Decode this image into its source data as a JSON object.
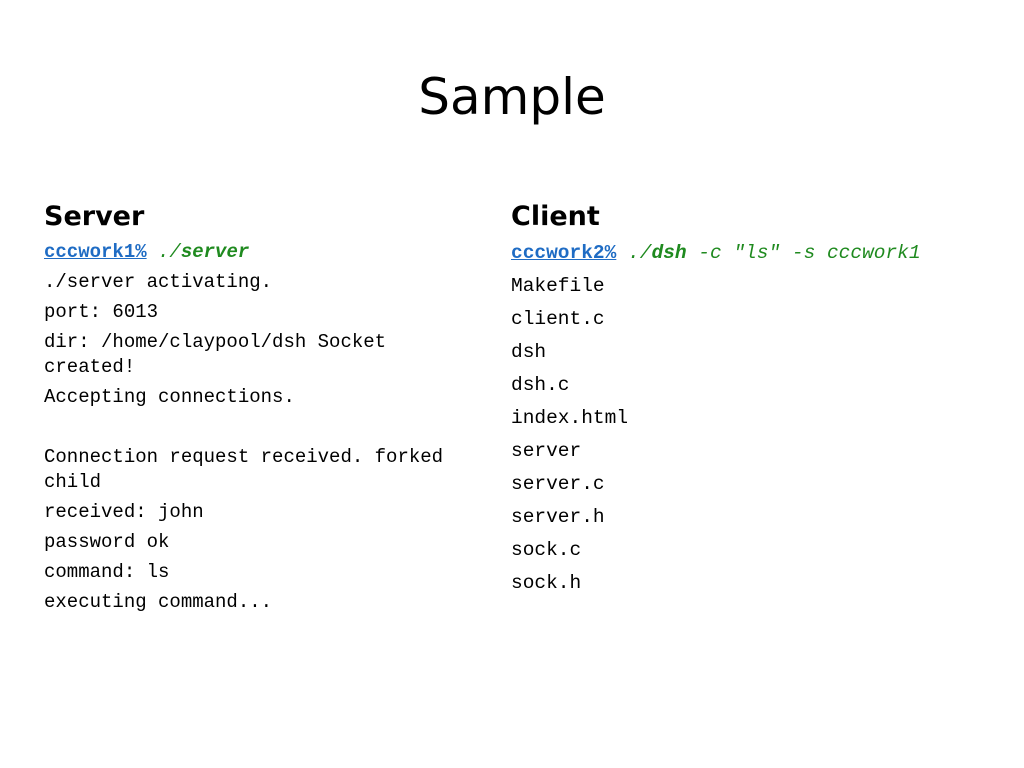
{
  "slide": {
    "title": "Sample"
  },
  "server": {
    "heading": "Server",
    "prompt": "cccwork1%",
    "cmd_prefix": "./",
    "cmd_name": "server",
    "output": [
      "./server activating.",
      "port: 6013",
      "dir: /home/claypool/dsh Socket created!",
      "Accepting connections.",
      "",
      "Connection request received. forked child",
      "received: john",
      "password ok",
      "command: ls",
      "executing command..."
    ]
  },
  "client": {
    "heading": "Client",
    "prompt": "cccwork2%",
    "cmd_prefix": "./",
    "cmd_name": "dsh",
    "cmd_args": " -c \"ls\" -s cccwork1",
    "output": [
      "Makefile",
      "client.c",
      "dsh",
      "dsh.c",
      "index.html",
      "server",
      "server.c",
      "server.h",
      "sock.c",
      "sock.h"
    ]
  },
  "colors": {
    "prompt": "#1f6cc4",
    "command": "#1f8a1f",
    "text": "#000000",
    "background": "#ffffff"
  }
}
